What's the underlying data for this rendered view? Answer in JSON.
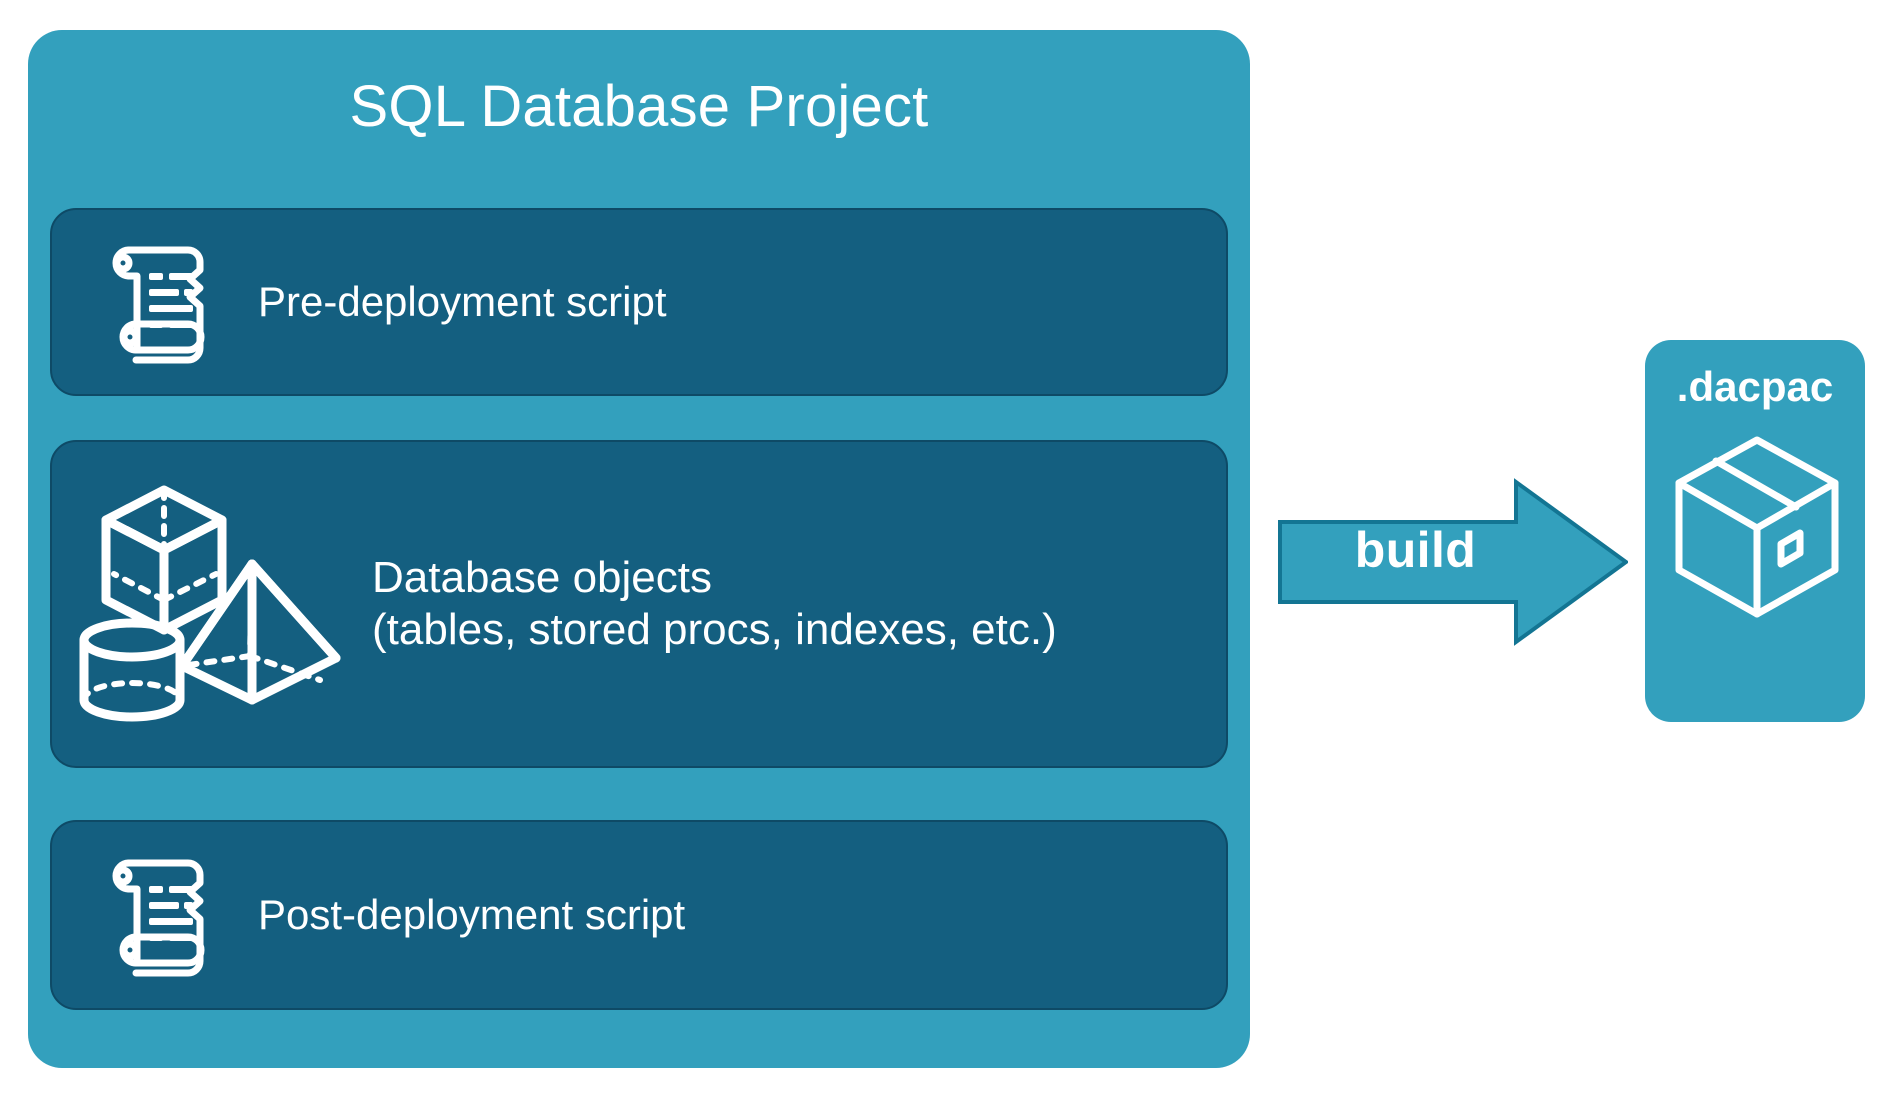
{
  "diagram": {
    "title": "SQL Database Project",
    "colors": {
      "panel_teal": "#33A0BD",
      "card_dark_blue": "#145F80",
      "card_border": "#0E4A66",
      "arrow_fill": "#33A0BD",
      "arrow_stroke": "#137593",
      "text_white": "#FFFFFF",
      "background": "#FFFFFF"
    },
    "project": {
      "title": "SQL Database Project",
      "cards": [
        {
          "id": "pre-deployment",
          "label": "Pre-deployment script",
          "icon": "scroll-icon"
        },
        {
          "id": "database-objects",
          "label": "Database objects\n(tables, stored procs, indexes, etc.)",
          "line1": "Database objects",
          "line2": "(tables, stored procs, indexes, etc.)",
          "icon": "3d-shapes-icon",
          "icon_parts": [
            "cube-icon",
            "pyramid-icon",
            "cylinder-icon"
          ]
        },
        {
          "id": "post-deployment",
          "label": "Post-deployment script",
          "icon": "scroll-icon"
        }
      ]
    },
    "arrow": {
      "label": "build",
      "direction": "right",
      "icon": "arrow-right-icon"
    },
    "output": {
      "title": ".dacpac",
      "icon": "package-box-icon"
    }
  }
}
